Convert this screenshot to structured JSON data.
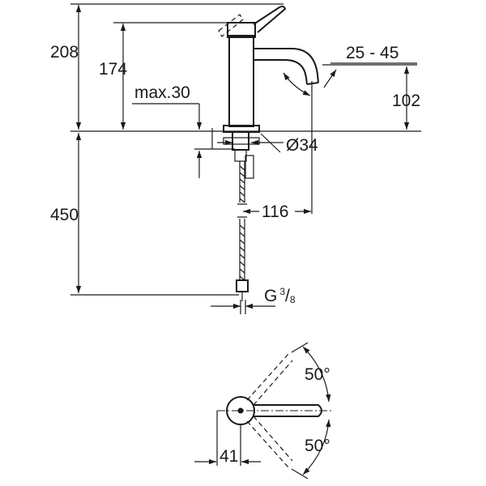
{
  "dimensions": {
    "total_height": "208",
    "spout_height": "174",
    "max_thickness": "max.30",
    "aerator_height": "102",
    "swivel_angle": "25 - 45",
    "hole_diameter": "Ø34",
    "reach": "116",
    "hose_length": "450",
    "thread_prefix": "G",
    "thread_numerator": "3",
    "thread_slash": "/",
    "thread_denominator": "8",
    "lever_angle_top": "50°",
    "lever_angle_bottom": "50°",
    "lever_offset": "41"
  }
}
